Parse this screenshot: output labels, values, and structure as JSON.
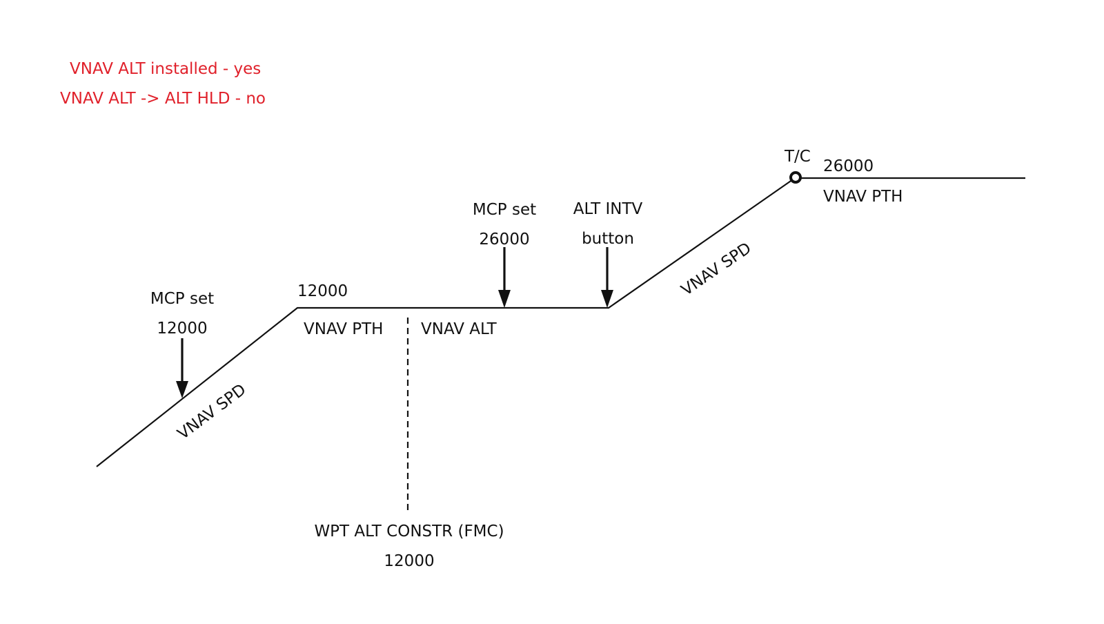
{
  "settings": {
    "line1": "VNAV ALT installed - yes",
    "line2": "VNAV ALT -> ALT HLD - no",
    "color": "#e0202a"
  },
  "labels": {
    "mcp_set_12000": {
      "title": "MCP set",
      "value": "12000"
    },
    "alt_12000": "12000",
    "vnav_pth_1": "VNAV PTH",
    "vnav_alt": "VNAV ALT",
    "mcp_set_26000": {
      "title": "MCP set",
      "value": "26000"
    },
    "alt_intv": {
      "title": "ALT INTV",
      "value": "button"
    },
    "vnav_spd_1": "VNAV SPD",
    "vnav_spd_2": "VNAV SPD",
    "tc": "T/C",
    "alt_26000": "26000",
    "vnav_pth_2": "VNAV PTH",
    "wpt_constraint": {
      "title": "WPT ALT CONSTR (FMC)",
      "value": "12000"
    }
  },
  "colors": {
    "line": "#111111"
  }
}
